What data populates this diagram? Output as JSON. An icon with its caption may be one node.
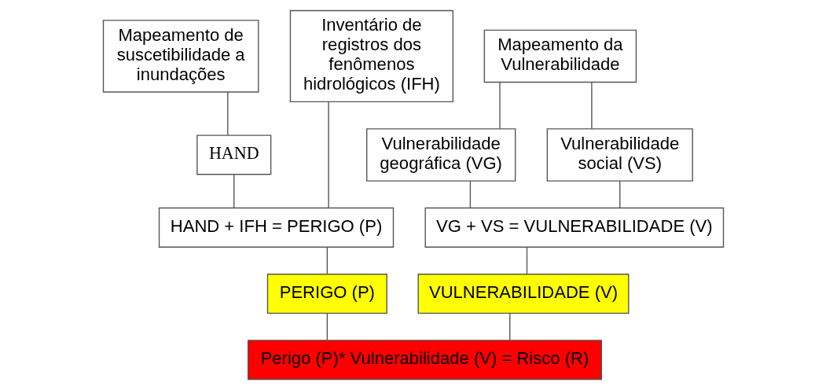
{
  "diagram": {
    "nodes": [
      {
        "text": [
          "Mapeamento de suscetibilidade a inundações"
        ]
      },
      {
        "text": [
          "Inventário de registros dos fenômenos hidrológicos (IFH)"
        ]
      },
      {
        "text": [
          "Mapeamento da Vulnerabilidade"
        ]
      },
      {
        "text": [
          "HAND"
        ]
      },
      {
        "text": [
          "Vulnerabilidade geográfica (VG)"
        ]
      },
      {
        "text": [
          "Vulnerabilidade social (VS)"
        ]
      },
      {
        "text": [
          "HAND + IFH = PERIGO (P)"
        ]
      },
      {
        "text": [
          "VG + VS = VULNERABILIDADE (V)"
        ]
      },
      {
        "text": [
          "PERIGO (P)"
        ]
      },
      {
        "text": [
          "VULNERABILIDADE (V)"
        ]
      },
      {
        "text": [
          "Perigo (P)* Vulnerabilidade (V) = Risco (R)"
        ]
      }
    ],
    "edges": [
      {
        "from": 0,
        "to": 3,
        "arrow": "none"
      },
      {
        "from": 3,
        "to": 6,
        "arrow": "none"
      },
      {
        "from": 1,
        "to": 6,
        "arrow": "none"
      },
      {
        "from": 2,
        "to": 4,
        "arrow": "none"
      },
      {
        "from": 2,
        "to": 5,
        "arrow": "none"
      },
      {
        "from": 4,
        "to": 7,
        "arrow": "none"
      },
      {
        "from": 5,
        "to": 7,
        "arrow": "none"
      },
      {
        "from": 6,
        "to": 8,
        "arrow": "none"
      },
      {
        "from": 7,
        "to": 9,
        "arrow": "none"
      },
      {
        "from": 8,
        "to": 10,
        "arrow": "none"
      },
      {
        "from": 9,
        "to": 10,
        "arrow": "none"
      }
    ]
  }
}
